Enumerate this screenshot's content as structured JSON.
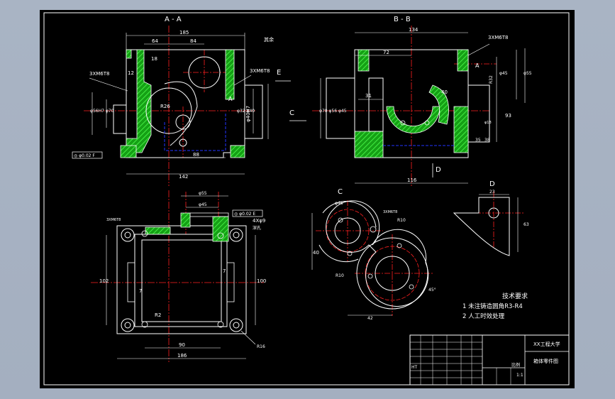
{
  "views": {
    "section_aa": {
      "label": "A - A"
    },
    "section_bb": {
      "label": "B - B"
    },
    "view_c": {
      "label": "C"
    },
    "view_d": {
      "label": "D"
    }
  },
  "dimensions": {
    "aa": {
      "width_top": "185",
      "d64": "64",
      "d84": "84",
      "d18": "18",
      "d12": "12",
      "thread_left": "3XM6T8",
      "thread_right": "3XM6T8",
      "dia_left": "φ56H7 φ70",
      "r26": "R26",
      "dia_right": "φ32 φ40",
      "dia_mid": "φ40H7",
      "d88": "88",
      "width_bottom": "142",
      "roughness_note": "其余",
      "view_arrow": "E",
      "a_mark": "A"
    },
    "bb": {
      "width_top": "134",
      "thread": "3XM6T8",
      "d72": "72",
      "d31": "31",
      "dia_left": "φ70 φ56 φ45",
      "dia_right1": "φ45",
      "dia_right2": "φ55",
      "r32": "R32",
      "d40": "40",
      "d93": "93",
      "d38": "38",
      "d35": "35",
      "dia_small": "φ18",
      "width_bottom": "116",
      "view_arrow_c": "C",
      "view_arrow_d": "D",
      "a_mark": "A"
    },
    "plan": {
      "d_top": "φ55",
      "d_top2": "φ45",
      "tol_frame": "◎ φ0.02 E",
      "holes": "4Xφ9",
      "holes_note": "深孔",
      "thread_note": "3XM6T8",
      "d102": "102",
      "d100": "100",
      "r2": "R2",
      "d7a": "7",
      "d7b": "7",
      "d90": "90",
      "d186": "186",
      "r16": "R16"
    },
    "view_c_dims": {
      "d40": "40",
      "d46": "φ46",
      "thread": "3XM6T8",
      "r10a": "R10",
      "r10b": "R10",
      "d42": "42",
      "d4": "45°"
    },
    "view_d_dims": {
      "d23": "23",
      "d63": "63"
    },
    "tol_left": "◎ φ0.02 F"
  },
  "tech_requirements": {
    "title": "技术要求",
    "items": [
      "1   未注铸造圆角R3-R4",
      "2   人工时效处理"
    ]
  },
  "title_block": {
    "school": "XX工程大学",
    "part_name": "箱体零件图",
    "material": "HT",
    "scale_label": "比例",
    "scale": "1:1"
  },
  "colors": {
    "background": "#000000",
    "line": "#ffffff",
    "center_line": "#ff2020",
    "hatch": "#22cc22",
    "hidden": "#2233ff",
    "frame": "#a7b2c2"
  }
}
